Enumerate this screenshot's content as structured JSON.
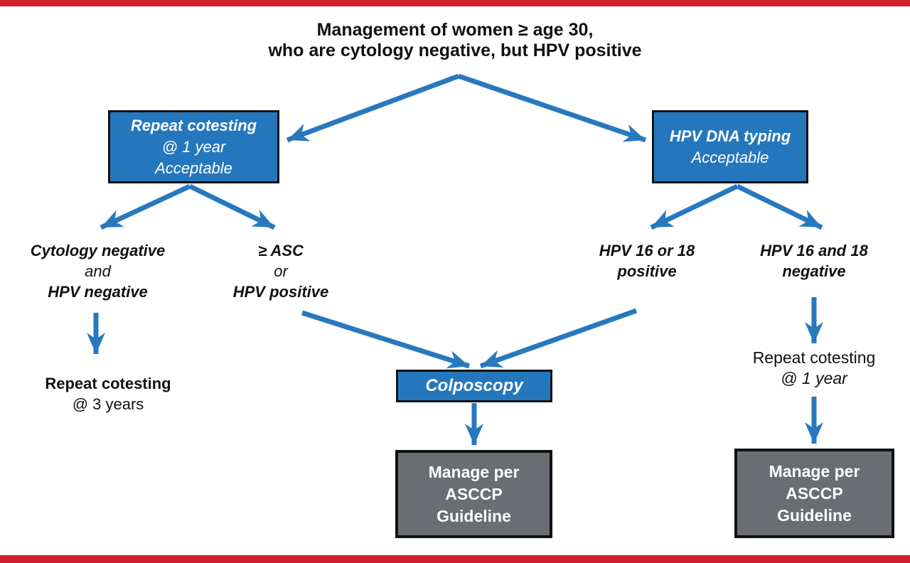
{
  "colors": {
    "accent_red": "#cf2030",
    "box_blue": "#2577bd",
    "box_gray": "#6a6d71",
    "arrow_blue": "#2878be"
  },
  "title": {
    "line1": "Management of women ≥ age 30,",
    "line2": "who are cytology negative, but HPV positive"
  },
  "nodes": {
    "repeat_cotesting_box": {
      "line1": "Repeat cotesting",
      "line2": "@ 1 year",
      "line3": "Acceptable"
    },
    "hpv_dna_typing_box": {
      "line1": "HPV DNA typing",
      "line2": "Acceptable"
    },
    "cytology_negative": {
      "line1": "Cytology negative",
      "line2": "and",
      "line3": "HPV negative"
    },
    "asc_or_hpv_positive": {
      "line1": "≥ ASC",
      "line2": "or",
      "line3": "HPV positive"
    },
    "hpv_16_or_18_positive": {
      "line1": "HPV 16 or 18",
      "line2": "positive"
    },
    "hpv_16_and_18_negative": {
      "line1": "HPV 16 and 18",
      "line2": "negative"
    },
    "repeat_cotesting_3_years": {
      "line1": "Repeat cotesting",
      "line2": "@ 3 years"
    },
    "colposcopy_box": {
      "label": "Colposcopy"
    },
    "manage_asccp_center": {
      "line1": "Manage per",
      "line2": "ASCCP",
      "line3": "Guideline"
    },
    "repeat_cotesting_1_year": {
      "line1": "Repeat cotesting",
      "line2": "@ 1 year"
    },
    "manage_asccp_right": {
      "line1": "Manage per",
      "line2": "ASCCP",
      "line3": "Guideline"
    }
  }
}
